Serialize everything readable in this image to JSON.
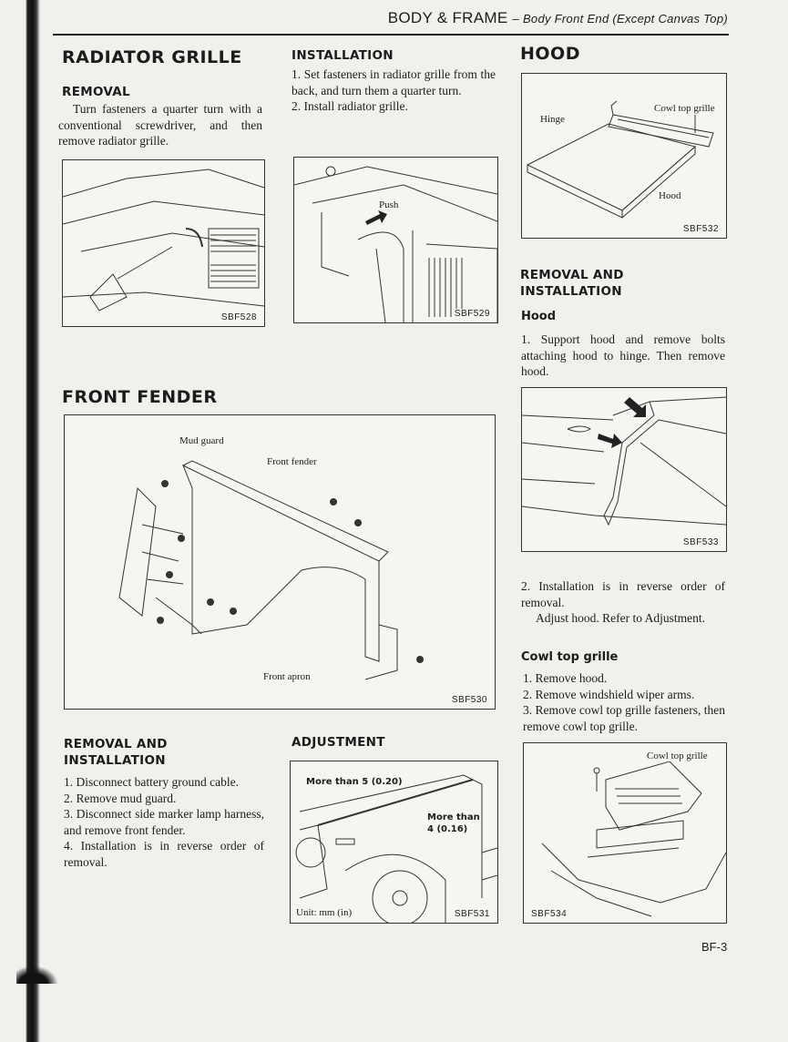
{
  "header": {
    "section": "BODY & FRAME",
    "subtitle": "– Body Front End (Except Canvas Top)"
  },
  "radiator_grille": {
    "title": "RADIATOR GRILLE",
    "removal": {
      "heading": "REMOVAL",
      "text": "Turn fasteners a quarter turn with a conventional screwdriver, and then remove radiator grille."
    },
    "installation": {
      "heading": "INSTALLATION",
      "steps": [
        "1.  Set fasteners in radiator grille from the back, and turn them a quarter turn.",
        "2.  Install radiator grille."
      ]
    },
    "fig_removal": {
      "code": "SBF528"
    },
    "fig_installation": {
      "code": "SBF529",
      "push_label": "Push"
    }
  },
  "hood": {
    "title": "HOOD",
    "fig_hood": {
      "code": "SBF532",
      "labels": {
        "hinge": "Hinge",
        "cowl": "Cowl top grille",
        "hood": "Hood"
      }
    },
    "removal_installation": {
      "heading": "REMOVAL AND INSTALLATION",
      "subheading": "Hood",
      "step1": "1.  Support hood and remove bolts attaching hood to hinge. Then remove hood.",
      "step2": "2.  Installation is in reverse order of removal.",
      "note": "Adjust hood. Refer to Adjustment."
    },
    "fig_hinge": {
      "code": "SBF533"
    },
    "cowl": {
      "heading": "Cowl top grille",
      "steps": [
        "1.  Remove hood.",
        "2.  Remove windshield wiper arms.",
        "3.  Remove cowl top grille fasteners, then remove cowl top grille."
      ]
    },
    "fig_cowl": {
      "code": "SBF534",
      "label": "Cowl top grille"
    }
  },
  "front_fender": {
    "title": "FRONT FENDER",
    "fig": {
      "code": "SBF530",
      "labels": {
        "mud_guard": "Mud guard",
        "front_fender": "Front fender",
        "front_apron": "Front apron"
      }
    },
    "removal_installation": {
      "heading": "REMOVAL AND INSTALLATION",
      "steps": [
        "1.  Disconnect battery ground cable.",
        "2.  Remove mud guard.",
        "3.  Disconnect side marker lamp harness, and remove front fender.",
        "4.  Installation is in reverse order of removal."
      ]
    },
    "adjustment": {
      "heading": "ADJUSTMENT",
      "fig": {
        "code": "SBF531",
        "gap1": "More than 5 (0.20)",
        "gap2a": "More than",
        "gap2b": "4 (0.16)",
        "unit": "Unit: mm (in)"
      }
    }
  },
  "page_number": "BF-3"
}
